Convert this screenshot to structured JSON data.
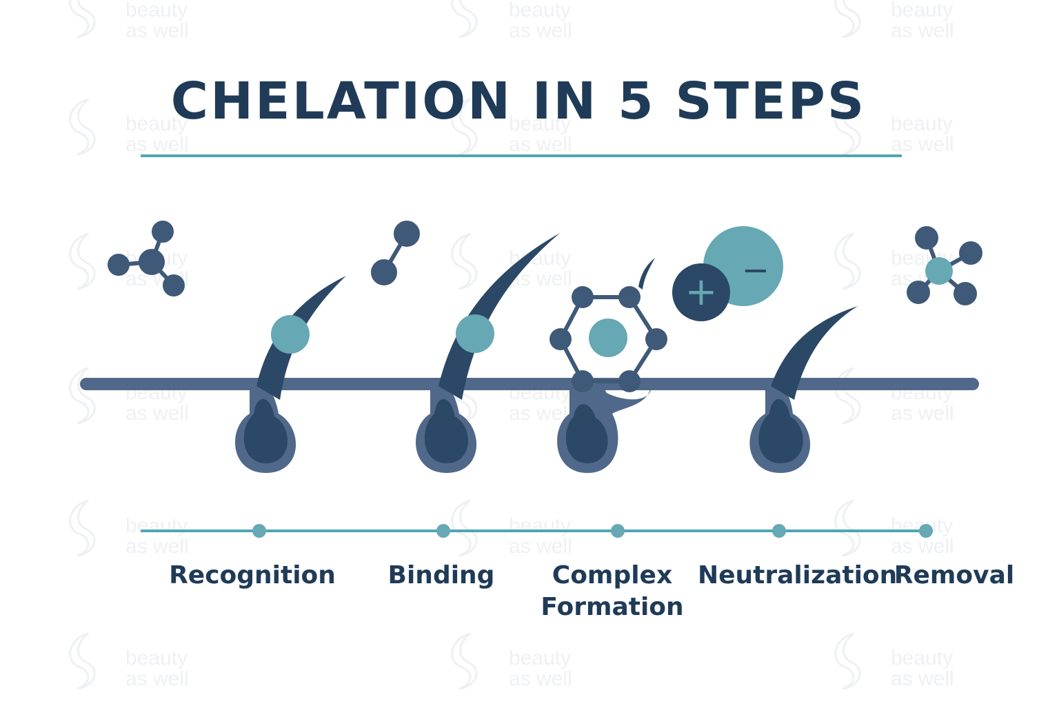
{
  "title": "CHELATION IN 5 STEPS",
  "watermark": {
    "line1": "beauty",
    "line2": "as well"
  },
  "steps": [
    {
      "label": "Recognition"
    },
    {
      "label": "Binding"
    },
    {
      "label": "Complex\nFormation"
    },
    {
      "label": "Neutralization"
    },
    {
      "label": "Removal"
    }
  ],
  "charges": {
    "positive": "+",
    "negative": "−"
  },
  "colors": {
    "navy": "#1f3b58",
    "dark_follicle": "#2b4866",
    "slate": "#50698a",
    "teal": "#66a8b4",
    "line_teal": "#4fa6b2"
  }
}
